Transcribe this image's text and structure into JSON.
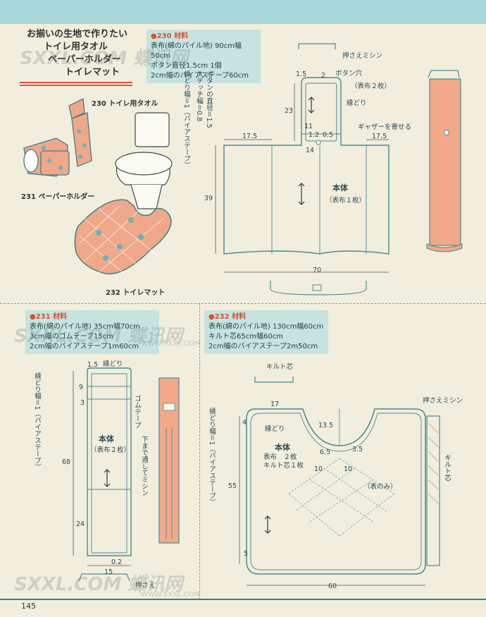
{
  "header": {
    "intro": "お揃いの生地で作りたい",
    "item1": "トイレ用タオル",
    "item2": "ペーパーホルダー",
    "item3": "トイレマット"
  },
  "illustration": {
    "towel_caption": "230 トイレ用タオル",
    "holder_caption": "231 ペーパーホルダー",
    "mat_caption": "232 トイレマット"
  },
  "m230": {
    "heading": "●230 材料",
    "lines": [
      "表布(綿のパイル地) 90cm幅50cm",
      "ボタン直径1.5cm 1個",
      "2cm幅のバイアステープ60cm"
    ]
  },
  "m231": {
    "heading": "●231 材料",
    "lines": [
      "表布(綿のパイル地) 35cm幅70cm",
      "3cm幅のゴムテープ15cm",
      "2cm幅のバイアステープ1m60cm"
    ]
  },
  "m232": {
    "heading": "●232 材料",
    "lines": [
      "表布(綿のパイル地) 130cm幅60cm",
      "キルト芯65cm幅60cm",
      "2cm幅のバイアステープ2m50cm"
    ]
  },
  "d230": {
    "note_vertical1": "ボタンの直径＝1.5",
    "note_vertical2": "ステッチ幅＝0.8",
    "note_vertical3": "縁どり幅＝1（バイアステープ）",
    "osae": "押さえミシン",
    "botan_ana": "ボタン穴",
    "omote2": "（表布２枚）",
    "fuchidori": "縁どり",
    "gather": "ギャザーを寄せる",
    "honttai": "本体",
    "omote1": "（表布１枚）",
    "d15": "1.5",
    "d2": "2",
    "d23": "23",
    "d11": "11",
    "d12": "1.2",
    "d05": "0.5",
    "d14": "14",
    "d175a": "17.5",
    "d175b": "17.5",
    "d39": "39",
    "d70": "70"
  },
  "d231": {
    "fuchidori": "縁どり",
    "vnote": "縁どり幅＝1（バイアステープ）",
    "gomu": "ゴムテープ",
    "honttai": "本体",
    "omote2": "（表布２枚）",
    "shita": "下まで通してミシン",
    "d15": "1.5",
    "d9": "9",
    "d3": "3",
    "d68": "68",
    "d24": "24",
    "d15b": "15",
    "d02": "0.2",
    "bottom_label": "押さえ"
  },
  "d232": {
    "quilt": "キルト芯",
    "osae": "押さえミシン",
    "vnote": "縁どり幅＝1（バイアステープ）",
    "fuchidori": "縁どり",
    "honttai": "本体",
    "omote": "表布　２枚",
    "quilt1": "キルト芯１枚",
    "omote_only": "（表のみ）",
    "quilt_side": "キルト芯",
    "d17": "17",
    "d4": "4",
    "d135": "13.5",
    "d65": "6.5",
    "d35": "3.5",
    "d10a": "10",
    "d10b": "10",
    "d55": "55",
    "d5": "5",
    "d60": "60"
  },
  "watermarks": {
    "logo": "SXXL.COM 蝶讯网",
    "url": "WWW.SXXL.COM"
  },
  "page": "145"
}
